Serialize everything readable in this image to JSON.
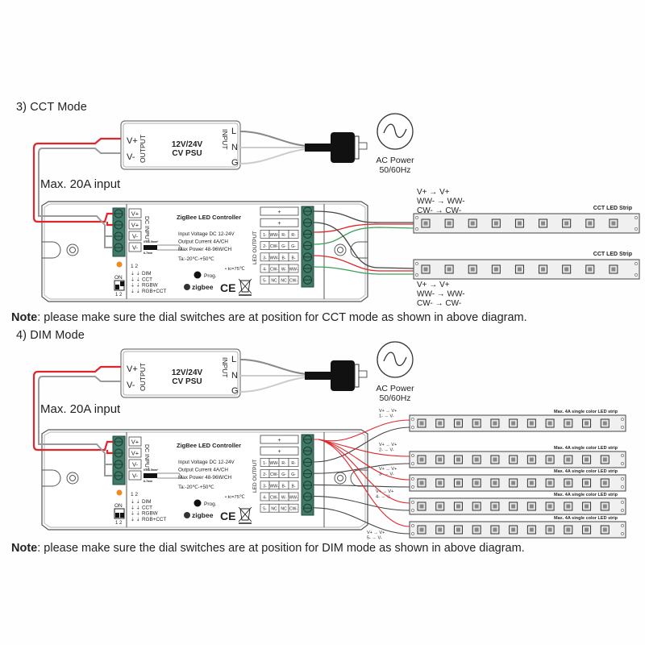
{
  "sections": [
    {
      "title": "3) CCT Mode",
      "psu": {
        "line1": "12V/24V",
        "line2": "CV PSU",
        "out_label": "OUTPUT",
        "in_label": "INPUT",
        "vplus": "V+",
        "vminus": "V-",
        "L": "L",
        "N": "N",
        "G": "G"
      },
      "ac": {
        "line1": "AC Power",
        "line2": "50/60Hz"
      },
      "max_input": "Max. 20A input",
      "controller": {
        "title": "ZigBee LED Controller",
        "specs": [
          "Input Voltage DC 12-24V",
          "Output Current 4A/CH",
          "Max Power 48-96W/CH",
          "Ta:-20℃-+50℃"
        ],
        "tc": "• tc=75℃",
        "prog": "Prog.",
        "zigbee": "zigbee",
        "ce": "CE",
        "dc_input_label": "DC INPUT",
        "dc_terminals": [
          "V+",
          "V+",
          "V-",
          "V-"
        ],
        "led_output_label": "LED OUTPUT",
        "output_rows": [
          [
            "+"
          ],
          [
            "+"
          ],
          [
            "1-",
            "WW-",
            "R-",
            "R-"
          ],
          [
            "2-",
            "CW-",
            "G-",
            "G-"
          ],
          [
            "3-",
            "WW-",
            "B-",
            "B-"
          ],
          [
            "4-",
            "CW-",
            "W-",
            "WW-"
          ],
          [
            "5-",
            "NC",
            "NC",
            "CW-"
          ]
        ],
        "wire_gauge_top": "0.5-1.5mm²",
        "wire_gauge_bottom": "6-7mm",
        "dip": {
          "on": "ON",
          "numbers": "1 2",
          "bottom_numbers": "1 2",
          "modes": [
            "DIM",
            "CCT",
            "RGBW",
            "RGB+CCT"
          ]
        }
      },
      "strips": [
        {
          "label": "CCT LED Strip",
          "mapping": [
            "V+    → V+",
            "WW- → WW-",
            "CW-  → CW-"
          ]
        },
        {
          "label": "CCT LED Strip",
          "mapping": [
            "V+    → V+",
            "WW- → WW-",
            "CW-  → CW-"
          ]
        }
      ],
      "note_bold": "Note",
      "note_text": ": please make sure the dial switches are at position for CCT mode as shown in above diagram."
    },
    {
      "title": "4) DIM Mode",
      "psu": {
        "line1": "12V/24V",
        "line2": "CV PSU",
        "out_label": "OUTPUT",
        "in_label": "INPUT",
        "vplus": "V+",
        "vminus": "V-",
        "L": "L",
        "N": "N",
        "G": "G"
      },
      "ac": {
        "line1": "AC Power",
        "line2": "50/60Hz"
      },
      "max_input": "Max. 20A input",
      "controller": {
        "title": "ZigBee LED Controller",
        "specs": [
          "Input Voltage DC 12-24V",
          "Output Current 4A/CH",
          "Max Power 48-96W/CH",
          "Ta:-20℃-+50℃"
        ],
        "tc": "• tc=75℃",
        "prog": "Prog.",
        "zigbee": "zigbee",
        "ce": "CE",
        "dc_input_label": "DC INPUT",
        "dc_terminals": [
          "V+",
          "V+",
          "V-",
          "V-"
        ],
        "led_output_label": "LED OUTPUT",
        "output_rows": [
          [
            "+"
          ],
          [
            "+"
          ],
          [
            "1-",
            "WW-",
            "R-",
            "R-"
          ],
          [
            "2-",
            "CW-",
            "G-",
            "G-"
          ],
          [
            "3-",
            "WW-",
            "B-",
            "B-"
          ],
          [
            "4-",
            "CW-",
            "W-",
            "WW-"
          ],
          [
            "5-",
            "NC",
            "NC",
            "CW-"
          ]
        ],
        "wire_gauge_top": "0.5-1.5mm²",
        "wire_gauge_bottom": "6-7mm",
        "dip": {
          "on": "ON",
          "numbers": "1 2",
          "bottom_numbers": "1 2",
          "modes": [
            "DIM",
            "CCT",
            "RGBW",
            "RGB+CCT"
          ]
        }
      },
      "strips": [
        {
          "label": "Max. 4A single color LED strip",
          "mapping": [
            "V+ → V+",
            "1-  → V-"
          ]
        },
        {
          "label": "Max. 4A single color LED strip",
          "mapping": [
            "V+ → V+",
            "2-  → V-"
          ]
        },
        {
          "label": "Max. 4A single color LED strip",
          "mapping": [
            "V+ → V+",
            "3-  → V-"
          ]
        },
        {
          "label": "Max. 4A single color LED strip",
          "mapping": [
            "V+ → V+",
            "4-  → V-"
          ]
        },
        {
          "label": "Max. 4A single color LED strip",
          "mapping": [
            "V+ → V+",
            "5-  → V-"
          ]
        }
      ],
      "note_bold": "Note",
      "note_text": ": please make sure the dial switches are at position for DIM mode as shown in above diagram."
    }
  ],
  "colors": {
    "red_wire": "#e0262b",
    "dark_wire": "#4a4a4a",
    "green_wire": "#3aa05a",
    "terminal": "#3f7a68",
    "orange_led": "#f08a1e"
  }
}
